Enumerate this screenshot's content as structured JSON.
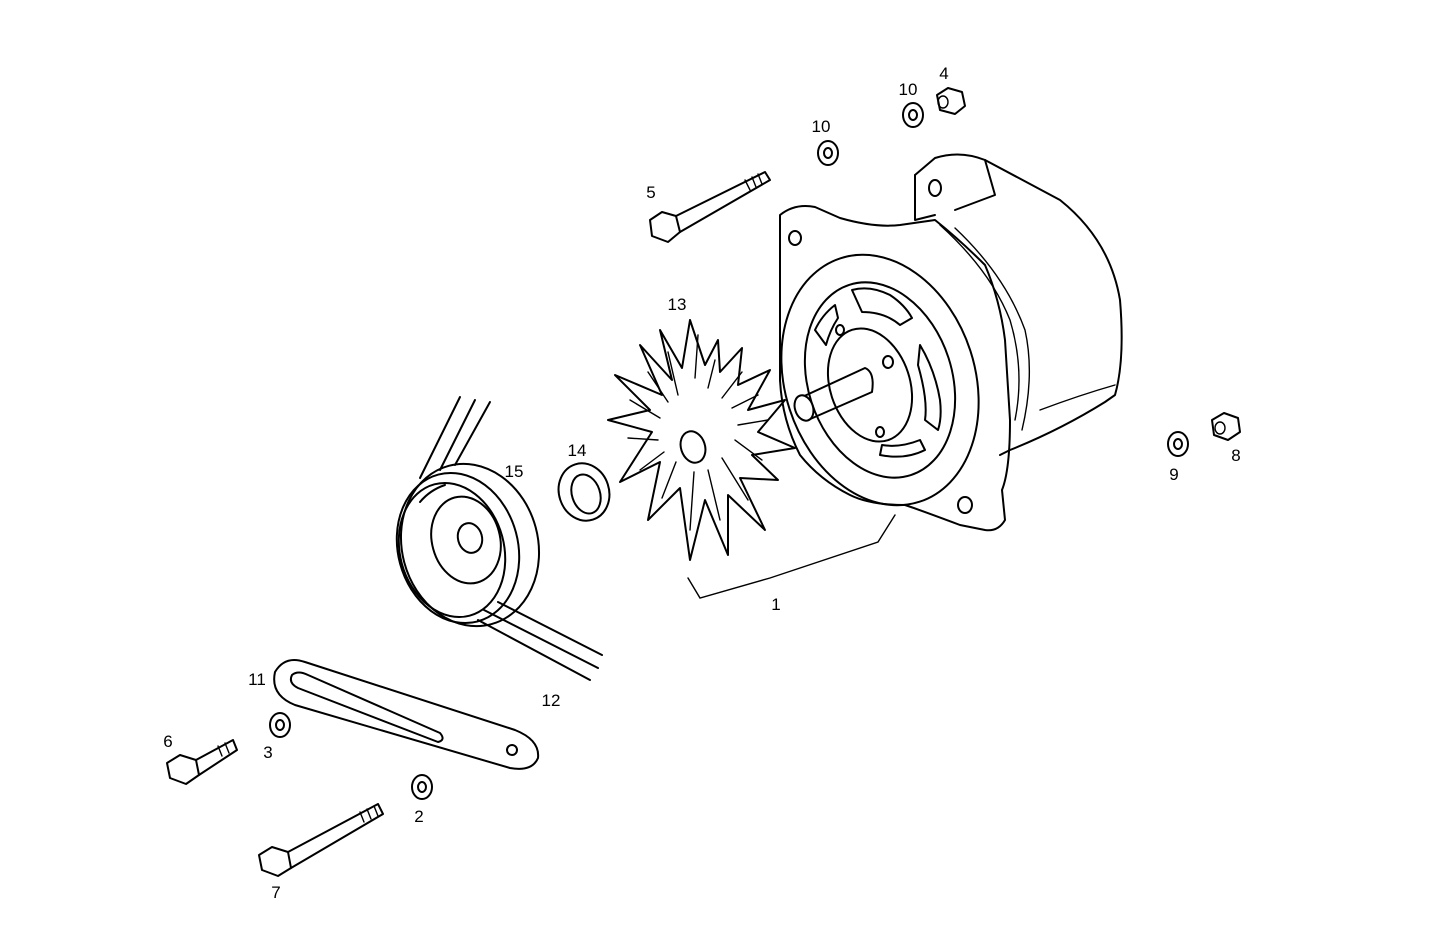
{
  "callouts": {
    "c1": "1",
    "c2": "2",
    "c3": "3",
    "c4": "4",
    "c5": "5",
    "c6": "6",
    "c7": "7",
    "c8": "8",
    "c9": "9",
    "c10a": "10",
    "c10b": "10",
    "c11": "11",
    "c12": "12",
    "c13": "13",
    "c14": "14",
    "c15": "15"
  },
  "parts": {
    "alternator": "alternator-icon",
    "fan": "fan-icon",
    "pulley": "pulley-icon",
    "belt": "v-belt-icon",
    "bracket": "slotted-bracket-icon",
    "spacer": "spacer-icon",
    "bolt": "bolt-icon",
    "nut": "nut-icon",
    "washer": "washer-icon"
  }
}
